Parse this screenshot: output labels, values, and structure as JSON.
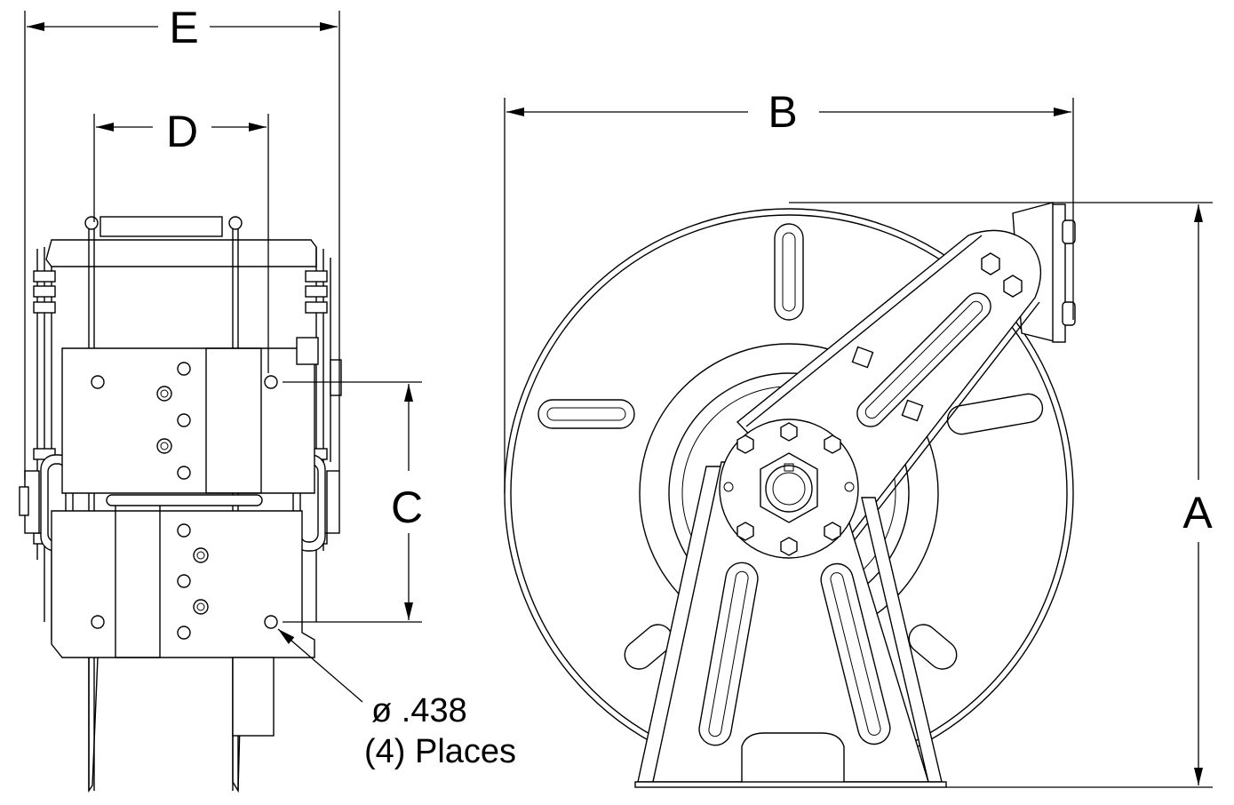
{
  "dimensions": {
    "a": "A",
    "b": "B",
    "c": "C",
    "d": "D",
    "e": "E"
  },
  "callout": {
    "diameter": "ø .438",
    "places": "(4) Places"
  }
}
